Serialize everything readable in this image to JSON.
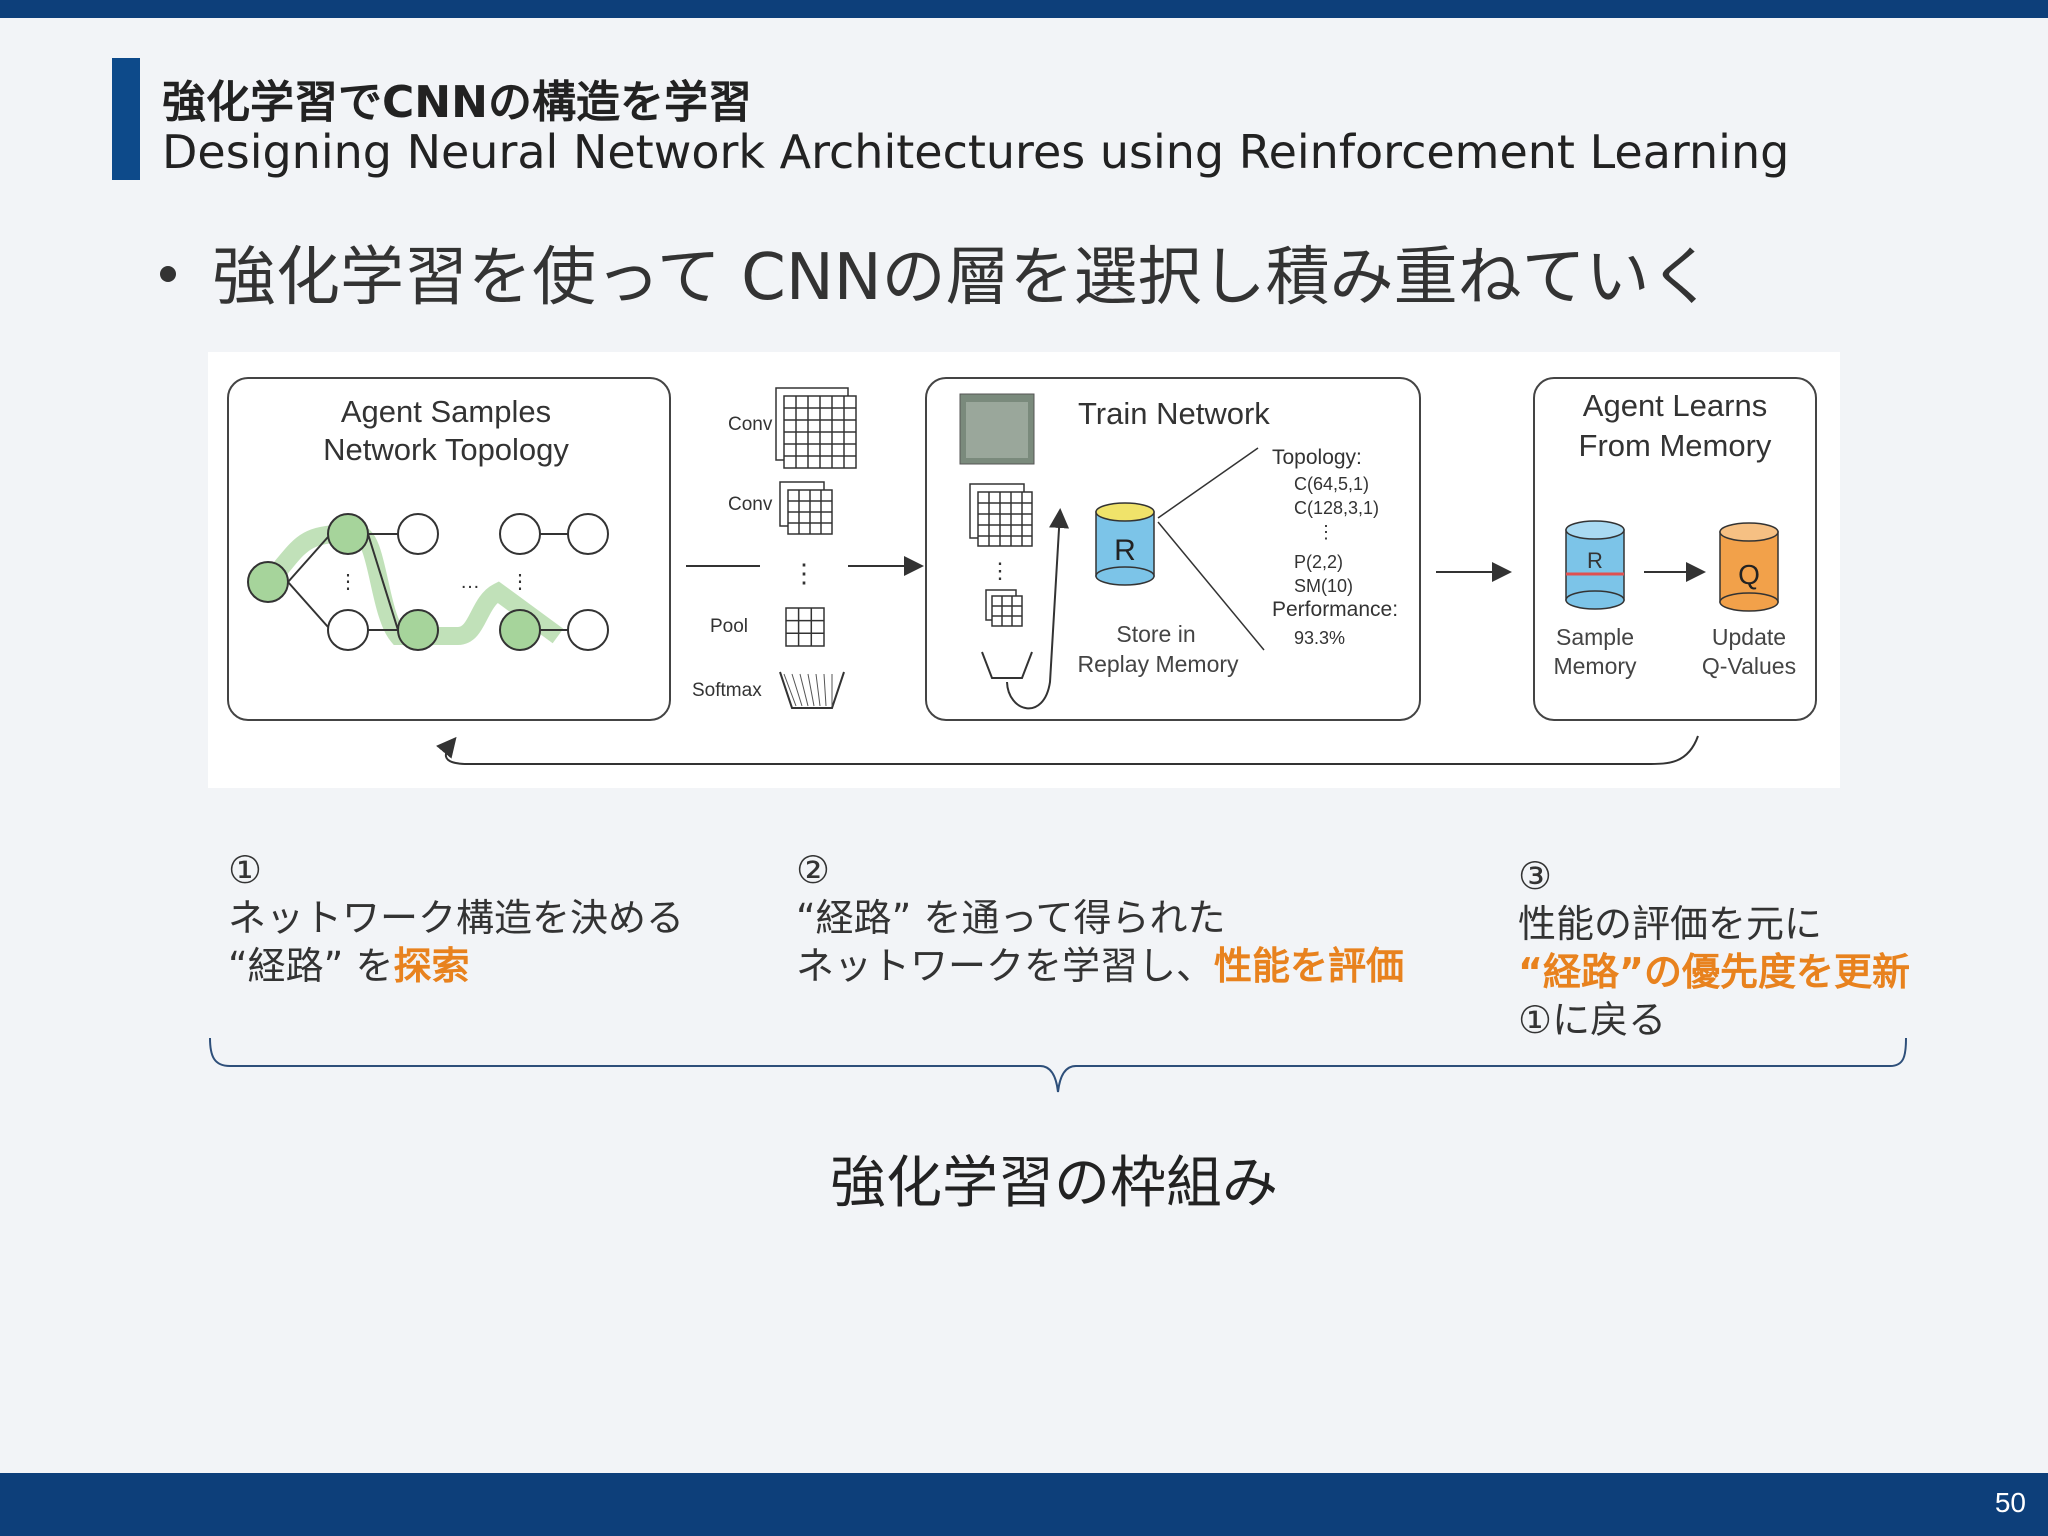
{
  "slide": {
    "title_jp": "強化学習でCNNの構造を学習",
    "title_en": "Designing Neural Network Architectures using Reinforcement Learning",
    "bullet": "強化学習を使って CNNの層を選択し積み重ねていく",
    "page_number": "50",
    "framework_label": "強化学習の枠組み"
  },
  "figure": {
    "agent_samples_l1": "Agent Samples",
    "agent_samples_l2": "Network Topology",
    "conv1": "Conv",
    "conv2": "Conv",
    "pool": "Pool",
    "softmax": "Softmax",
    "train_network": "Train Network",
    "r_label": "R",
    "store_l1": "Store in",
    "store_l2": "Replay Memory",
    "topology_label": "Topology:",
    "topo_1": "C(64,5,1)",
    "topo_2": "C(128,3,1)",
    "topo_dots": "⋮",
    "topo_3": "P(2,2)",
    "topo_4": "SM(10)",
    "performance_label": "Performance:",
    "performance_value": "93.3%",
    "agent_learns_l1": "Agent Learns",
    "agent_learns_l2": "From Memory",
    "r2_label": "R",
    "q_label": "Q",
    "sample_l1": "Sample",
    "sample_l2": "Memory",
    "update_l1": "Update",
    "update_l2": "Q-Values"
  },
  "steps": [
    {
      "num": "①",
      "line1": "ネットワーク構造を決める",
      "line2_pre": "“経路” を",
      "line2_hl": "探索"
    },
    {
      "num": "②",
      "line1": "“経路” を通って得られた",
      "line2_pre": "ネットワークを学習し、",
      "line2_hl": "性能を評価"
    },
    {
      "num": "③",
      "line1": "性能の評価を元に",
      "line2_hl": "“経路”の優先度を更新",
      "line3": "①に戻る"
    }
  ],
  "colors": {
    "accent": "#0d3f7a",
    "highlight": "#e8821e",
    "green_node": "#a6d49b",
    "r_cylinder": "#7cc4e8",
    "q_cylinder": "#f2a14a"
  }
}
